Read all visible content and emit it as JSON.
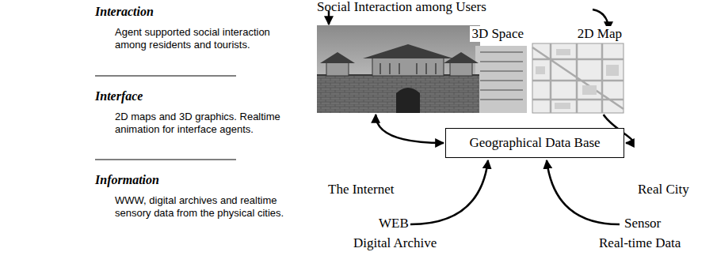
{
  "diagram": {
    "nodes": [
      {
        "text": [
          "3D Space"
        ]
      },
      {
        "text": [
          "2D Map"
        ]
      },
      {
        "text": [
          "Geographical Data Base"
        ]
      }
    ],
    "edges": [
      {
        "from": 0,
        "to": 2,
        "arrow": "both"
      },
      {
        "from": 1,
        "to": 2,
        "arrow": "to"
      }
    ],
    "labels": [
      "Social Interaction among Users",
      "Interaction",
      "Agent supported social interaction among residents and tourists.",
      "Interface",
      "2D maps and 3D graphics. Realtime animation for interface agents.",
      "Information",
      "WWW, digital archives and realtime sensory data from the physical cities.",
      "The Internet",
      "WEB",
      "Digital Archive",
      "Real City",
      "Sensor",
      "Real-time Data"
    ]
  }
}
